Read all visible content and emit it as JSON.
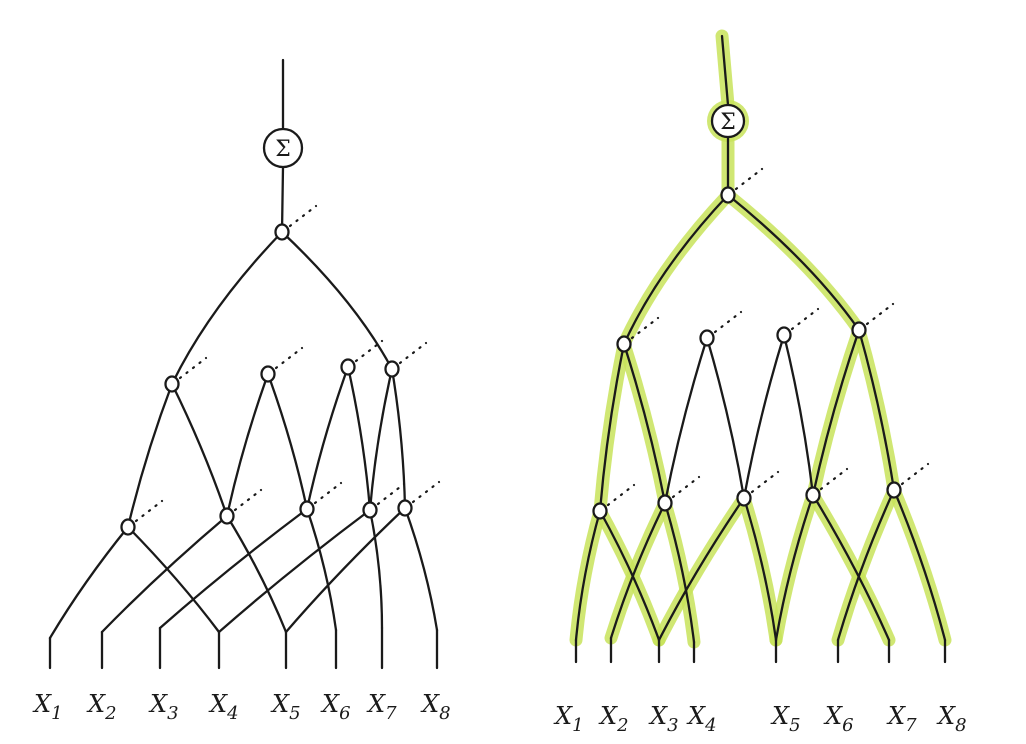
{
  "sum_symbol": "Σ",
  "inputs": [
    "x1",
    "x2",
    "x3",
    "x4",
    "x5",
    "x6",
    "x7",
    "x8"
  ],
  "input_labels": [
    {
      "base": "X",
      "sub": "1"
    },
    {
      "base": "X",
      "sub": "2"
    },
    {
      "base": "X",
      "sub": "3"
    },
    {
      "base": "X",
      "sub": "4"
    },
    {
      "base": "X",
      "sub": "5"
    },
    {
      "base": "X",
      "sub": "6"
    },
    {
      "base": "X",
      "sub": "7"
    },
    {
      "base": "X",
      "sub": "8"
    }
  ],
  "highlight_color": "#c8e35a",
  "ink_color": "#1a1a1a",
  "left_tree": {
    "layer1": [
      [
        0,
        3
      ],
      [
        1,
        4
      ],
      [
        2,
        5
      ],
      [
        3,
        6
      ],
      [
        4,
        7
      ]
    ],
    "layer2": [
      [
        0,
        1
      ],
      [
        1,
        2
      ],
      [
        2,
        3
      ],
      [
        3,
        4
      ]
    ],
    "layer3": [
      [
        0,
        3
      ]
    ],
    "highlighted": false
  },
  "right_tree": {
    "layer1": [
      [
        0,
        2
      ],
      [
        1,
        3
      ],
      [
        2,
        4
      ],
      [
        4,
        6
      ],
      [
        5,
        7
      ]
    ],
    "layer2": [
      [
        0,
        1
      ],
      [
        1,
        2
      ],
      [
        2,
        3
      ],
      [
        3,
        4
      ]
    ],
    "layer3": [
      [
        0,
        3
      ]
    ],
    "highlighted": true
  }
}
